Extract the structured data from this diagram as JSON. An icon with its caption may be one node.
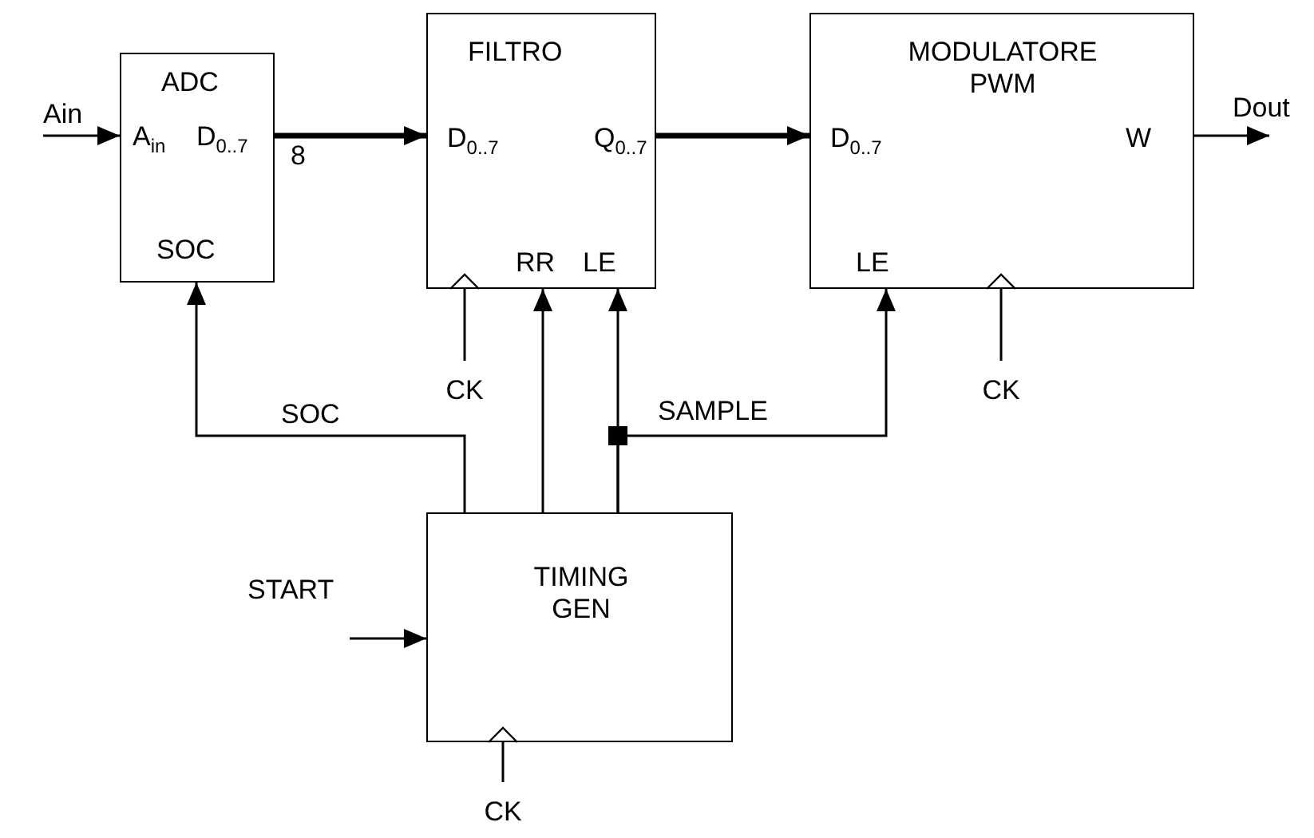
{
  "diagram": {
    "nodes": [
      {
        "text": [
          "ADC",
          "A$_{in}$",
          "D$_{0..7}$",
          "SOC"
        ]
      },
      {
        "text": [
          "FILTRO",
          "D$_{0..7}$",
          "Q$_{0..7}$",
          "RR",
          "LE"
        ]
      },
      {
        "text": [
          "MODULATORE PWM",
          "D$_{0..7}$",
          "W",
          "LE"
        ]
      },
      {
        "text": [
          "TIMING GEN"
        ]
      },
      {
        "text": [
          "Ain"
        ]
      },
      {
        "text": [
          "Dout"
        ]
      },
      {
        "text": [
          "START"
        ]
      },
      {
        "text": [
          "CK"
        ]
      },
      {
        "text": [
          "CK"
        ]
      },
      {
        "text": [
          "CK"
        ]
      }
    ],
    "edges": [
      {
        "from": 4,
        "to": 0,
        "arrow": "to"
      },
      {
        "from": 0,
        "to": 1,
        "arrow": "to",
        "label": "8",
        "style": "thick"
      },
      {
        "from": 1,
        "to": 2,
        "arrow": "to",
        "style": "thick"
      },
      {
        "from": 2,
        "to": 5,
        "arrow": "to"
      },
      {
        "from": 6,
        "to": 3,
        "arrow": "to"
      },
      {
        "from": 3,
        "to": 0,
        "arrow": "to",
        "label": "SOC"
      },
      {
        "from": 3,
        "to": 1,
        "arrow": "to"
      },
      {
        "from": 3,
        "to": 1,
        "arrow": "to"
      },
      {
        "from": 3,
        "to": 2,
        "arrow": "to",
        "label": "SAMPLE"
      },
      {
        "from": 7,
        "to": 1,
        "arrow": "to"
      },
      {
        "from": 8,
        "to": 2,
        "arrow": "to"
      },
      {
        "from": 9,
        "to": 3,
        "arrow": "to"
      }
    ]
  }
}
